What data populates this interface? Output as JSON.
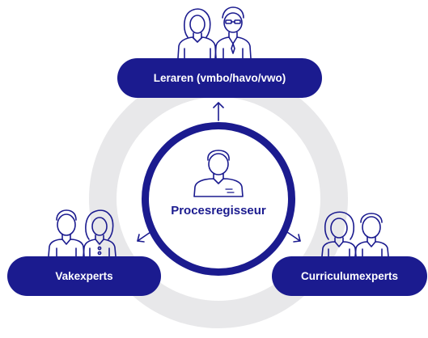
{
  "center": {
    "label": "Procesregisseur",
    "icon": "person-icon"
  },
  "nodes": {
    "top": {
      "label": "Leraren (vmbo/havo/vwo)",
      "icon": "two-people-icon"
    },
    "left": {
      "label": "Vakexperts",
      "icon": "two-people-icon"
    },
    "right": {
      "label": "Curriculumexperts",
      "icon": "two-people-icon"
    }
  },
  "colors": {
    "primary": "#1b1b8f",
    "ring": "#e8e8ea",
    "background": "#ffffff"
  }
}
